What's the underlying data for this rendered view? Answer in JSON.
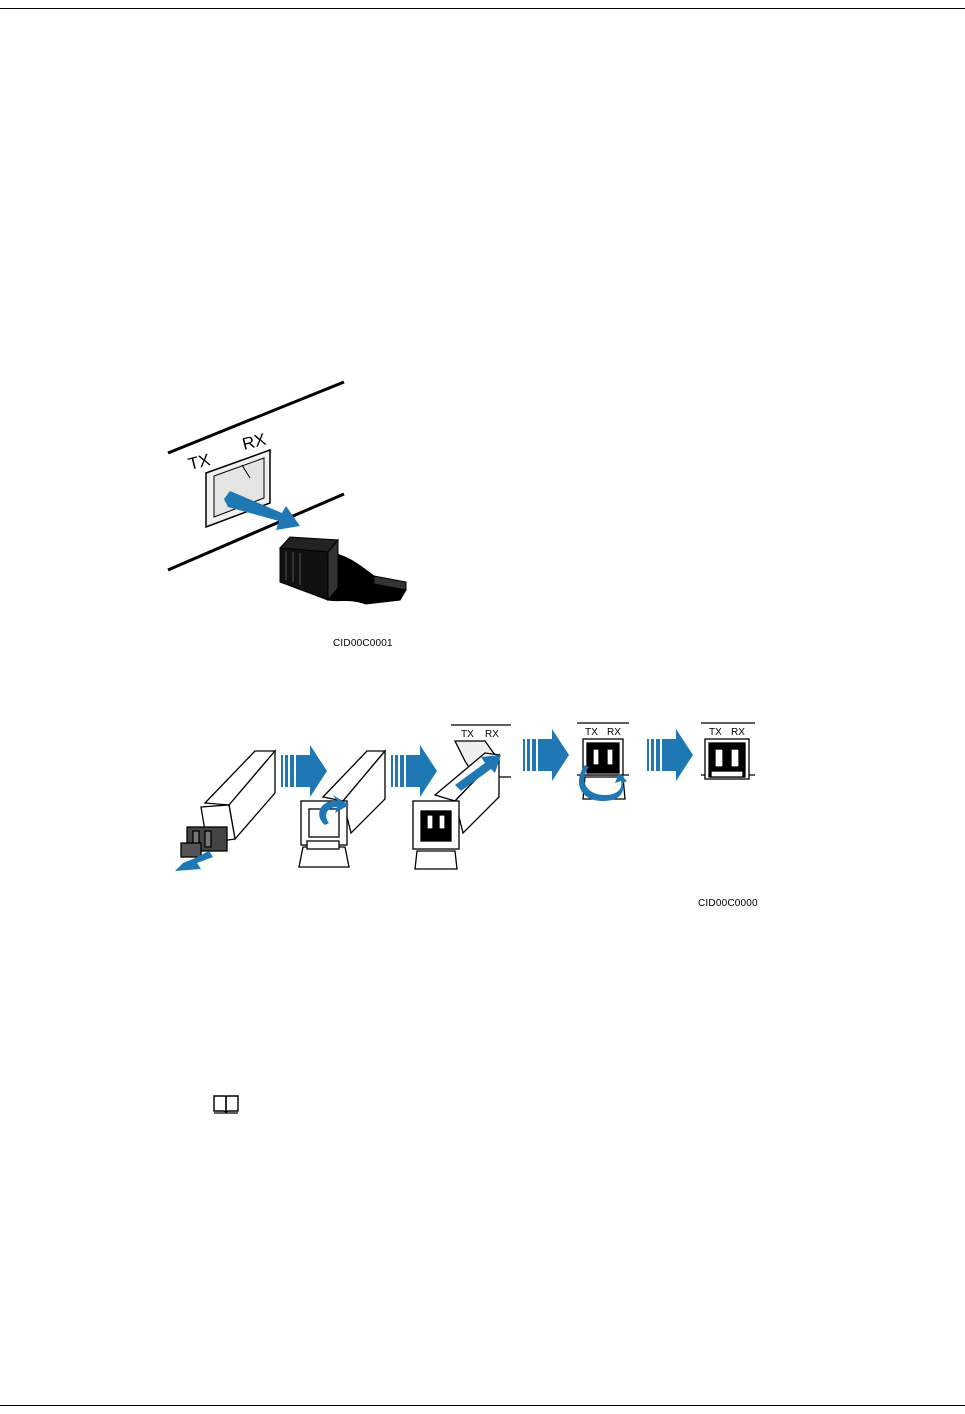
{
  "figure1": {
    "label_tx": "TX",
    "label_rx": "RX",
    "figure_id": "CID00C0001"
  },
  "figure2": {
    "step_labels": [
      {
        "tx": "TX",
        "rx": "RX"
      },
      {
        "tx": "TX",
        "rx": "RX"
      },
      {
        "tx": "TX",
        "rx": "RX"
      }
    ],
    "figure_id": "CID00C0000"
  },
  "note": {
    "icon": "book-icon"
  },
  "colors": {
    "arrow_blue": "#1f77b4",
    "line": "#000000",
    "port_fill": "#ececec"
  }
}
